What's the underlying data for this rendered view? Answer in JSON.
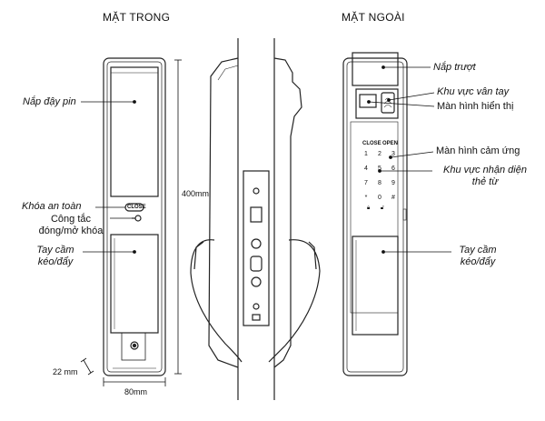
{
  "titles": {
    "inside": "MẶT TRONG",
    "outside": "MẶT NGOÀI"
  },
  "inside_labels": {
    "battery_cover": "Nắp đậy pin",
    "safety_lock": "Khóa an toàn",
    "switch_line1": "Công tắc",
    "switch_line2": "đóng/mở khóa",
    "handle_line1": "Tay cầm",
    "handle_line2": "kéo/đẩy"
  },
  "outside_labels": {
    "slide_cover": "Nắp trượt",
    "fingerprint_area": "Khu vực vân tay",
    "display": "Màn hình hiển thị",
    "touchscreen": "Màn hình cảm ứng",
    "card_area_line1": "Khu vực nhận diện",
    "card_area_line2": "thẻ từ",
    "handle_line1": "Tay cầm",
    "handle_line2": "kéo/đẩy"
  },
  "dimensions": {
    "height": "400mm",
    "width": "80mm",
    "depth": "22 mm"
  },
  "device_text": {
    "close_button": "CLOSE",
    "keypad_close": "CLOSE",
    "keypad_open": "OPEN",
    "keys": [
      "1",
      "2",
      "3",
      "4",
      "5",
      "6",
      "7",
      "8",
      "9",
      "*",
      "0",
      "#"
    ]
  },
  "colors": {
    "line": "#111111",
    "outline": "#222222",
    "fill": "#ffffff"
  }
}
